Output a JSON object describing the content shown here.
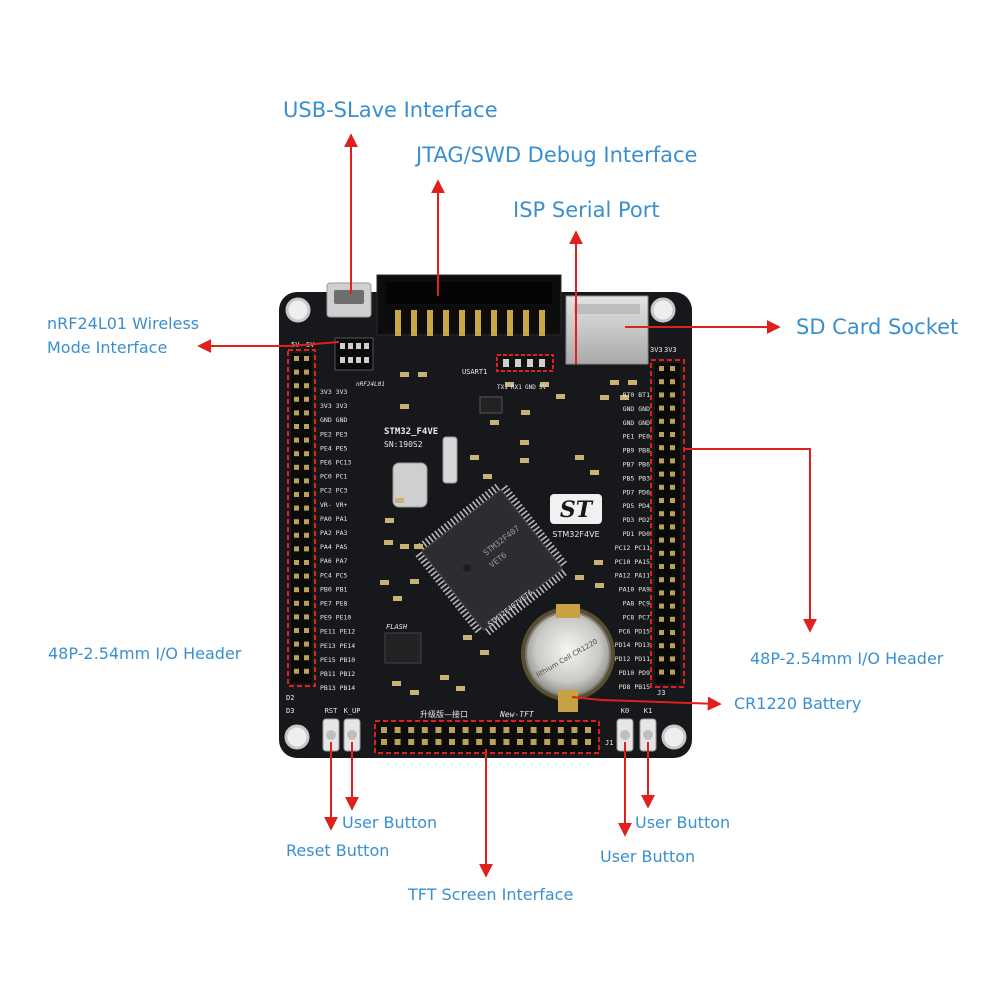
{
  "callouts": {
    "usb_slave": "USB-SLave Interface",
    "jtag_swd": "JTAG/SWD Debug Interface",
    "isp_serial": "ISP Serial Port",
    "sd_card": "SD Card Socket",
    "nrf_line1": "nRF24L01 Wireless",
    "nrf_line2": "Mode Interface",
    "io_header_left": "48P-2.54mm I/O Header",
    "io_header_right": "48P-2.54mm I/O Header",
    "battery": "CR1220 Battery",
    "user_button_left": "User Button",
    "reset_button": "Reset Button",
    "user_button_right_top": "User Button",
    "user_button_right_bottom": "User Button",
    "tft": "TFT Screen Interface"
  },
  "board": {
    "model": "STM32_F4VE",
    "serial": "SN:190S2",
    "brand_mark": "ST",
    "chip_line1": "STM32F407",
    "chip_line2": "VET6",
    "board_name": "STM32F4VE",
    "chip_edge_text": "STM32F407VET6",
    "flash_label": "FLASH",
    "new_tft_label": "New-TFT",
    "tft_port_label": "升级版—接口",
    "battery_text": "lithium Cell CR1220",
    "usart_label": "USART1",
    "nrf_silk": "nRF24L01",
    "serial_pins": [
      "TX1",
      "RX1",
      "GND",
      "5V"
    ],
    "button_labels": [
      "RST",
      "K_UP",
      "K0",
      "K1"
    ],
    "header_labels": [
      "5V",
      "5V",
      "3V3",
      "3V3",
      "J3",
      "J1",
      "D2",
      "D3"
    ],
    "left_pins": [
      "3V3 3V3",
      "3V3 3V3",
      "GND GND",
      "PE2 PE3",
      "PE4 PE5",
      "PE6 PC13",
      "PC0 PC1",
      "PC2 PC3",
      "VR- VR+",
      "PA0 PA1",
      "PA2 PA3",
      "PA4 PA5",
      "PA6 PA7",
      "PC4 PC5",
      "PB0 PB1",
      "PE7 PE8",
      "PE9 PE10",
      "PE11 PE12",
      "PE13 PE14",
      "PE15 PB10",
      "PB11 PB12",
      "PB13 PB14"
    ],
    "right_pins": [
      "BT0 BT1",
      "GND GND",
      "GND GND",
      "PE1 PE0",
      "PB9 PB8",
      "PB7 PB6",
      "PB5 PB3",
      "PD7 PD6",
      "PD5 PD4",
      "PD3 PD2",
      "PD1 PD0",
      "PC12 PC11",
      "PC10 PA15",
      "PA12 PA11",
      "PA10 PA9",
      "PA8 PC9",
      "PC8 PC7",
      "PC6 PD15",
      "PD14 PD13",
      "PD12 PD11",
      "PD10 PD9",
      "PD8 PB15"
    ]
  },
  "colors": {
    "callout_text": "#3a8fd0",
    "arrow": "#e0201c",
    "pcb": "#17181b",
    "silk": "#e8e8e8"
  }
}
